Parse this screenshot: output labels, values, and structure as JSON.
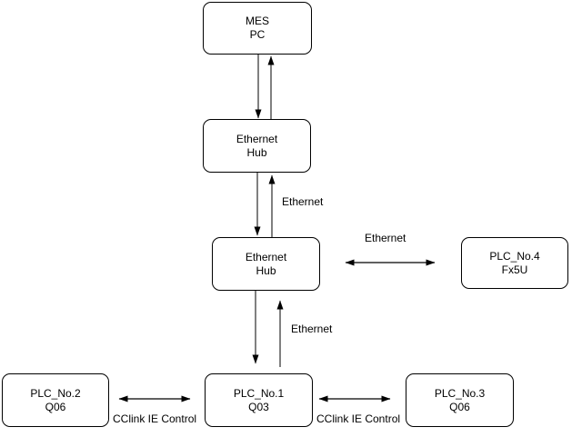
{
  "diagram": {
    "type": "network-topology",
    "background_color": "#ffffff",
    "stroke_color": "#000000",
    "box_fill_color": "#ffffff",
    "text_color": "#000000",
    "nodes": [
      {
        "name": "mes-pc",
        "line1": "MES",
        "line2": "PC"
      },
      {
        "name": "ethernet-hub-1",
        "line1": "Ethernet",
        "line2": "Hub"
      },
      {
        "name": "ethernet-hub-2",
        "line1": "Ethernet",
        "line2": "Hub"
      },
      {
        "name": "plc-no4",
        "line1": "PLC_No.4",
        "line2": "Fx5U"
      },
      {
        "name": "plc-no2",
        "line1": "PLC_No.2",
        "line2": "Q06"
      },
      {
        "name": "plc-no1",
        "line1": "PLC_No.1",
        "line2": "Q03"
      },
      {
        "name": "plc-no3",
        "line1": "PLC_No.3",
        "line2": "Q06"
      }
    ],
    "edge_labels": [
      {
        "name": "ethernet-between-hubs",
        "text": "Ethernet"
      },
      {
        "name": "ethernet-hub2-to-plc4",
        "text": "Ethernet"
      },
      {
        "name": "ethernet-hub2-to-plc1",
        "text": "Ethernet"
      },
      {
        "name": "cclink-plc2-to-plc1",
        "text": "CClink IE Control"
      },
      {
        "name": "cclink-plc1-to-plc3",
        "text": "CClink IE Control"
      }
    ],
    "edges": [
      {
        "name": "mes-to-hub1-down",
        "type": "arrow-down"
      },
      {
        "name": "hub1-to-mes-up",
        "type": "arrow-up"
      },
      {
        "name": "hub1-to-hub2-down",
        "type": "arrow-down"
      },
      {
        "name": "hub2-to-hub1-up",
        "type": "arrow-up"
      },
      {
        "name": "hub2-to-plc1-down",
        "type": "arrow-down"
      },
      {
        "name": "plc1-to-hub2-up",
        "type": "arrow-up"
      },
      {
        "name": "hub2-to-plc4",
        "type": "double-arrow-horizontal"
      },
      {
        "name": "plc2-to-plc1",
        "type": "double-arrow-horizontal"
      },
      {
        "name": "plc1-to-plc3",
        "type": "double-arrow-horizontal"
      }
    ]
  }
}
